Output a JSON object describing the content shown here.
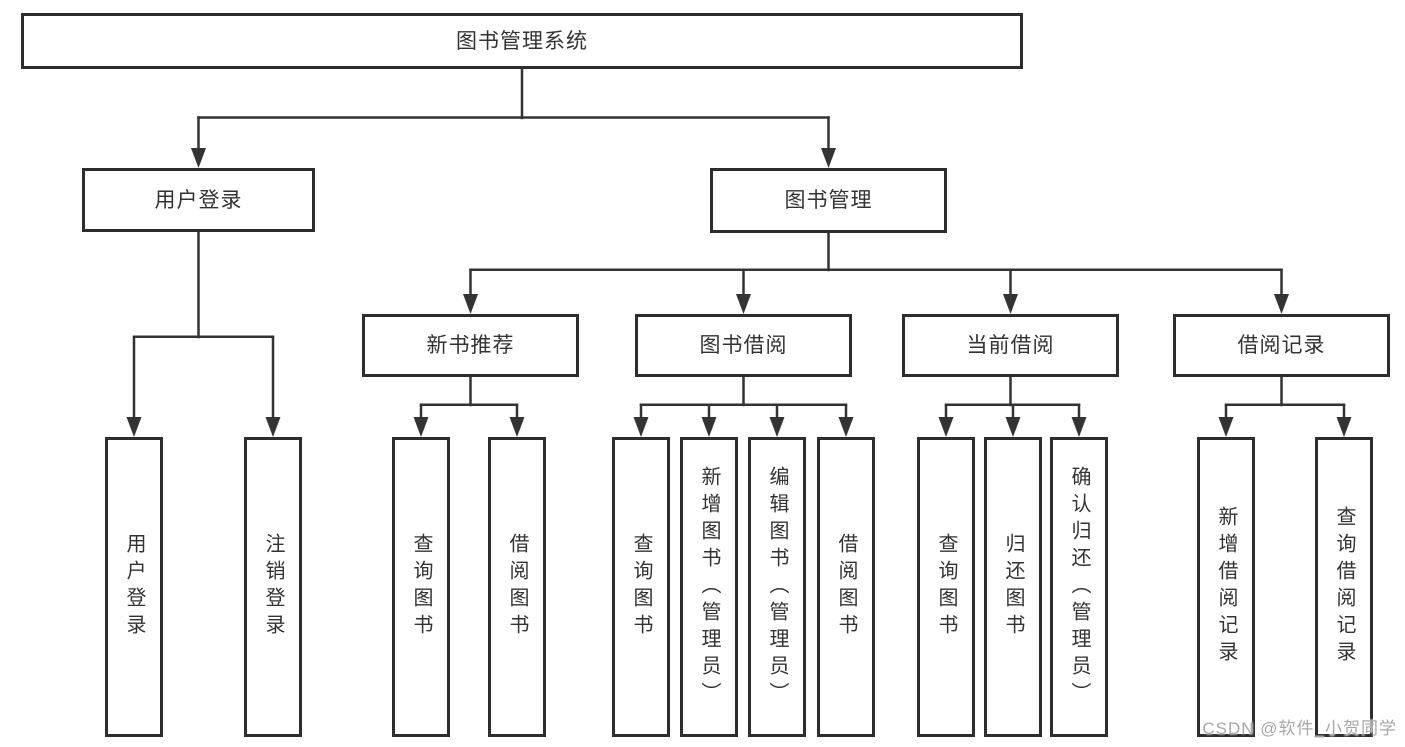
{
  "diagram": {
    "root": {
      "label": "图书管理系统"
    },
    "branches": [
      {
        "label": "用户登录",
        "children": [
          {
            "label": "用户登录"
          },
          {
            "label": "注销登录"
          }
        ]
      },
      {
        "label": "图书管理",
        "children": [
          {
            "label": "新书推荐",
            "children": [
              {
                "label": "查询图书"
              },
              {
                "label": "借阅图书"
              }
            ]
          },
          {
            "label": "图书借阅",
            "children": [
              {
                "label": "查询图书"
              },
              {
                "label": "新增图书（管理员）"
              },
              {
                "label": "编辑图书（管理员）"
              },
              {
                "label": "借阅图书"
              }
            ]
          },
          {
            "label": "当前借阅",
            "children": [
              {
                "label": "查询图书"
              },
              {
                "label": "归还图书"
              },
              {
                "label": "确认归还（管理员）"
              }
            ]
          },
          {
            "label": "借阅记录",
            "children": [
              {
                "label": "新增借阅记录"
              },
              {
                "label": "查询借阅记录"
              }
            ]
          }
        ]
      }
    ],
    "colors": {
      "line": "#333333",
      "box_border": "#2d2d2d",
      "text": "#333333",
      "watermark": "#a8a8a8"
    }
  },
  "watermark": {
    "text": "CSDN @软件_小贺同学"
  }
}
